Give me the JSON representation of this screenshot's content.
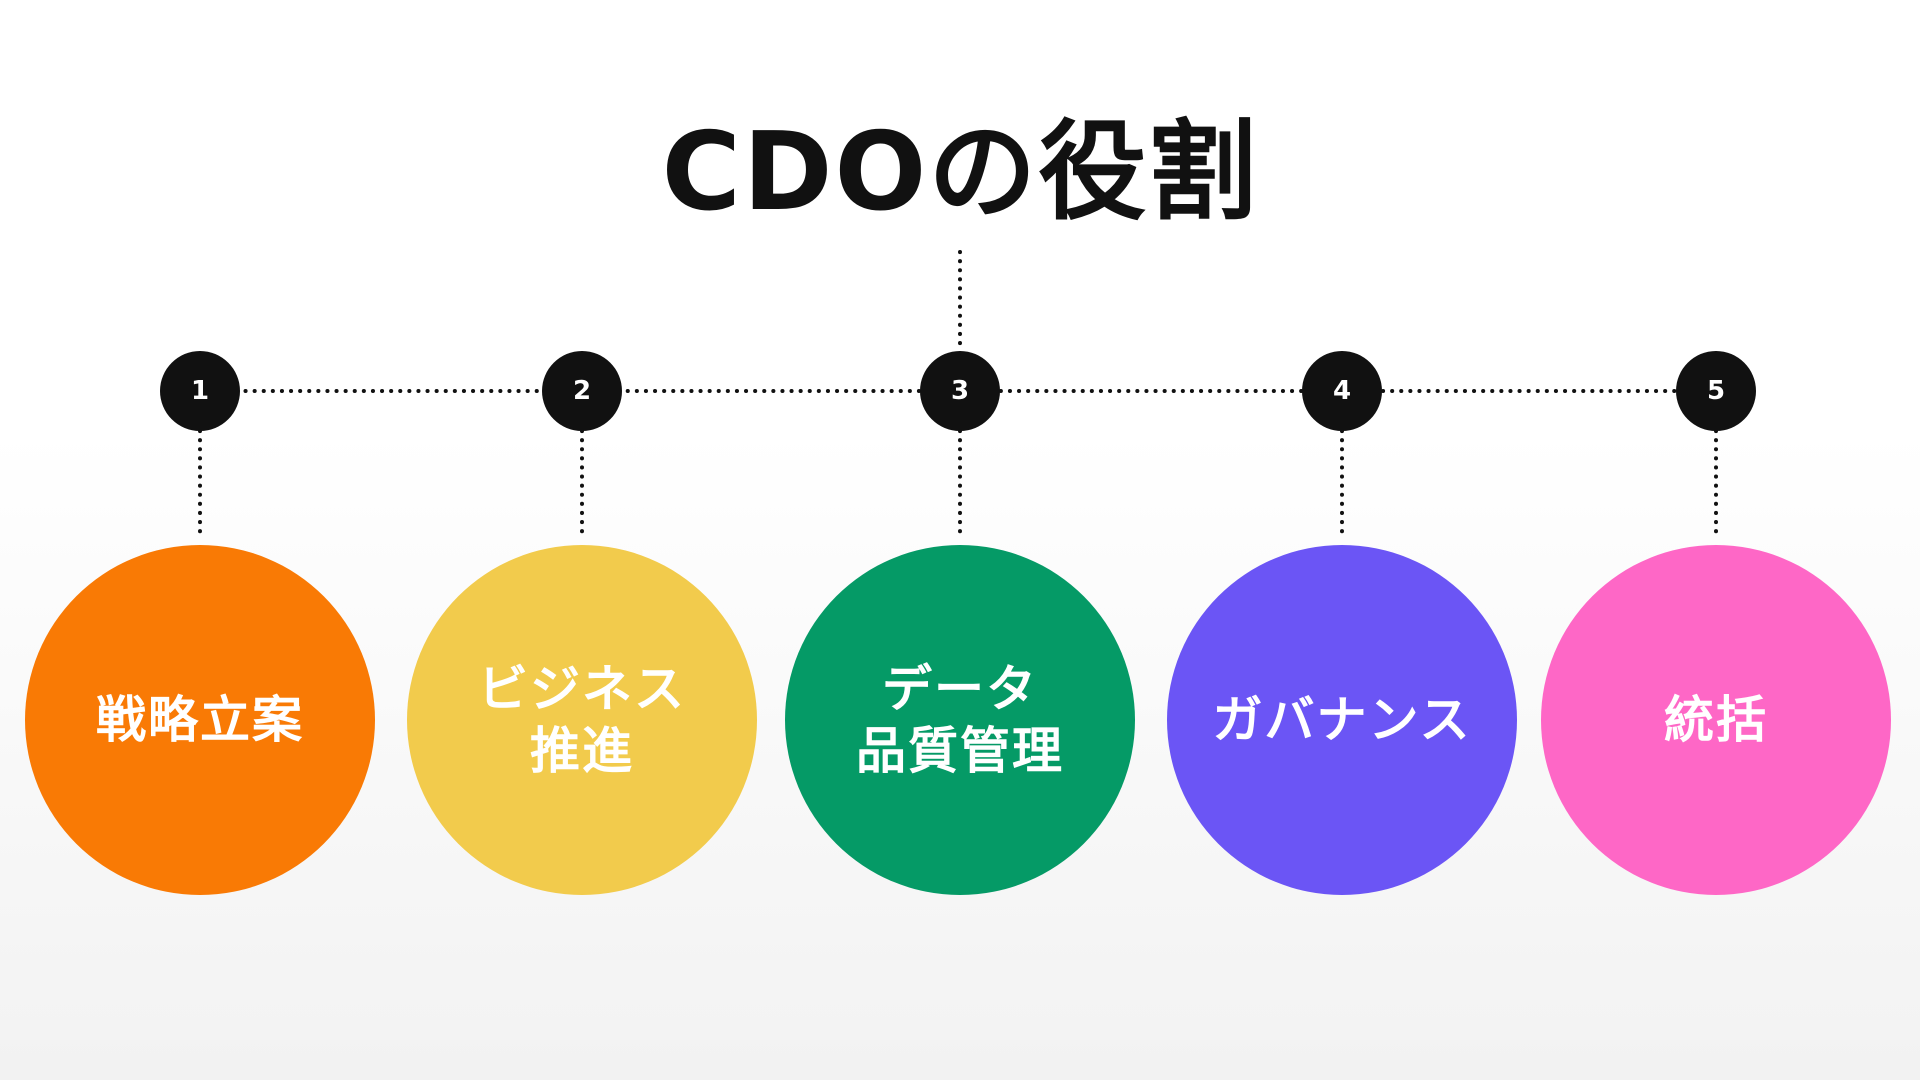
{
  "title": "CDOの役割",
  "roles": [
    {
      "number": "1",
      "label": "戦略立案",
      "color": "#f97a05"
    },
    {
      "number": "2",
      "label": "ビジネス\n推進",
      "color": "#f2cb4c"
    },
    {
      "number": "3",
      "label": "データ\n品質管理",
      "color": "#059a66"
    },
    {
      "number": "4",
      "label": "ガバナンス",
      "color": "#6b55f5"
    },
    {
      "number": "5",
      "label": "統括",
      "color": "#fe67c6"
    }
  ]
}
